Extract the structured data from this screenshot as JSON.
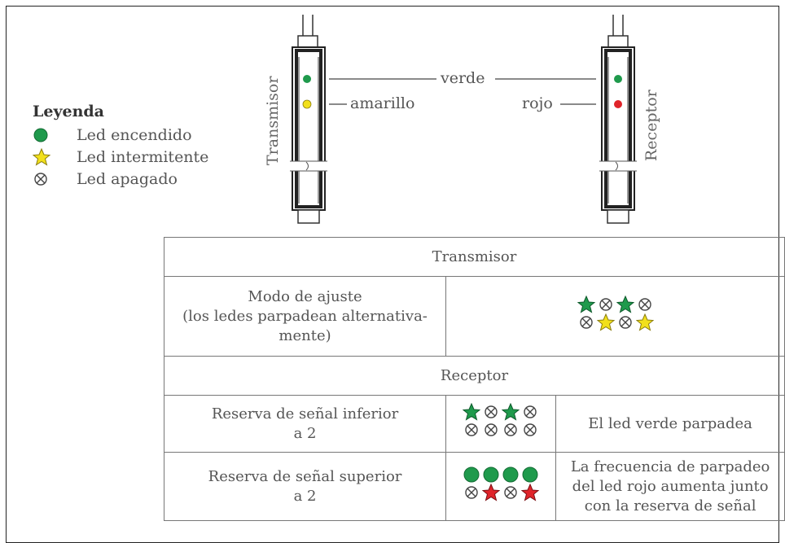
{
  "colors": {
    "led_green": "#1f9a4c",
    "led_yellow": "#f2e01b",
    "led_red": "#e0242a",
    "border": "#777777",
    "text": "#555555"
  },
  "legend": {
    "title": "Leyenda",
    "items": [
      {
        "icon": "green-dot-icon",
        "label": "Led encendido"
      },
      {
        "icon": "yellow-star-icon",
        "label": "Led intermitente"
      },
      {
        "icon": "crossed-circle-icon",
        "label": "Led apagado"
      }
    ]
  },
  "diagram": {
    "transmitter_label": "Transmisor",
    "receiver_label": "Receptor",
    "green_label": "verde",
    "yellow_label": "amarillo",
    "red_label": "rojo"
  },
  "table": {
    "transmitter_header": "Transmisor",
    "receiver_header": "Receptor",
    "adjust_mode": {
      "line1": "Modo de ajuste",
      "line2": "(los ledes parpadean alternativa-",
      "line3": "mente)",
      "pattern_top": [
        "green-star",
        "off",
        "green-star",
        "off"
      ],
      "pattern_bottom": [
        "off",
        "yellow-star",
        "off",
        "yellow-star"
      ]
    },
    "rows": [
      {
        "condition_line1": "Reserva de señal inferior",
        "condition_line2": "a 2",
        "pattern_top": [
          "green-star",
          "off",
          "green-star",
          "off"
        ],
        "pattern_bottom": [
          "off",
          "off",
          "off",
          "off"
        ],
        "description_line1": "El led verde parpadea",
        "description_line2": "",
        "description_line3": ""
      },
      {
        "condition_line1": "Reserva de señal superior",
        "condition_line2": "a 2",
        "pattern_top": [
          "green-dot",
          "green-dot",
          "green-dot",
          "green-dot"
        ],
        "pattern_bottom": [
          "off",
          "red-star",
          "off",
          "red-star"
        ],
        "description_line1": "La frecuencia de parpadeo",
        "description_line2": "del led rojo aumenta junto",
        "description_line3": "con la reserva de señal"
      }
    ]
  }
}
